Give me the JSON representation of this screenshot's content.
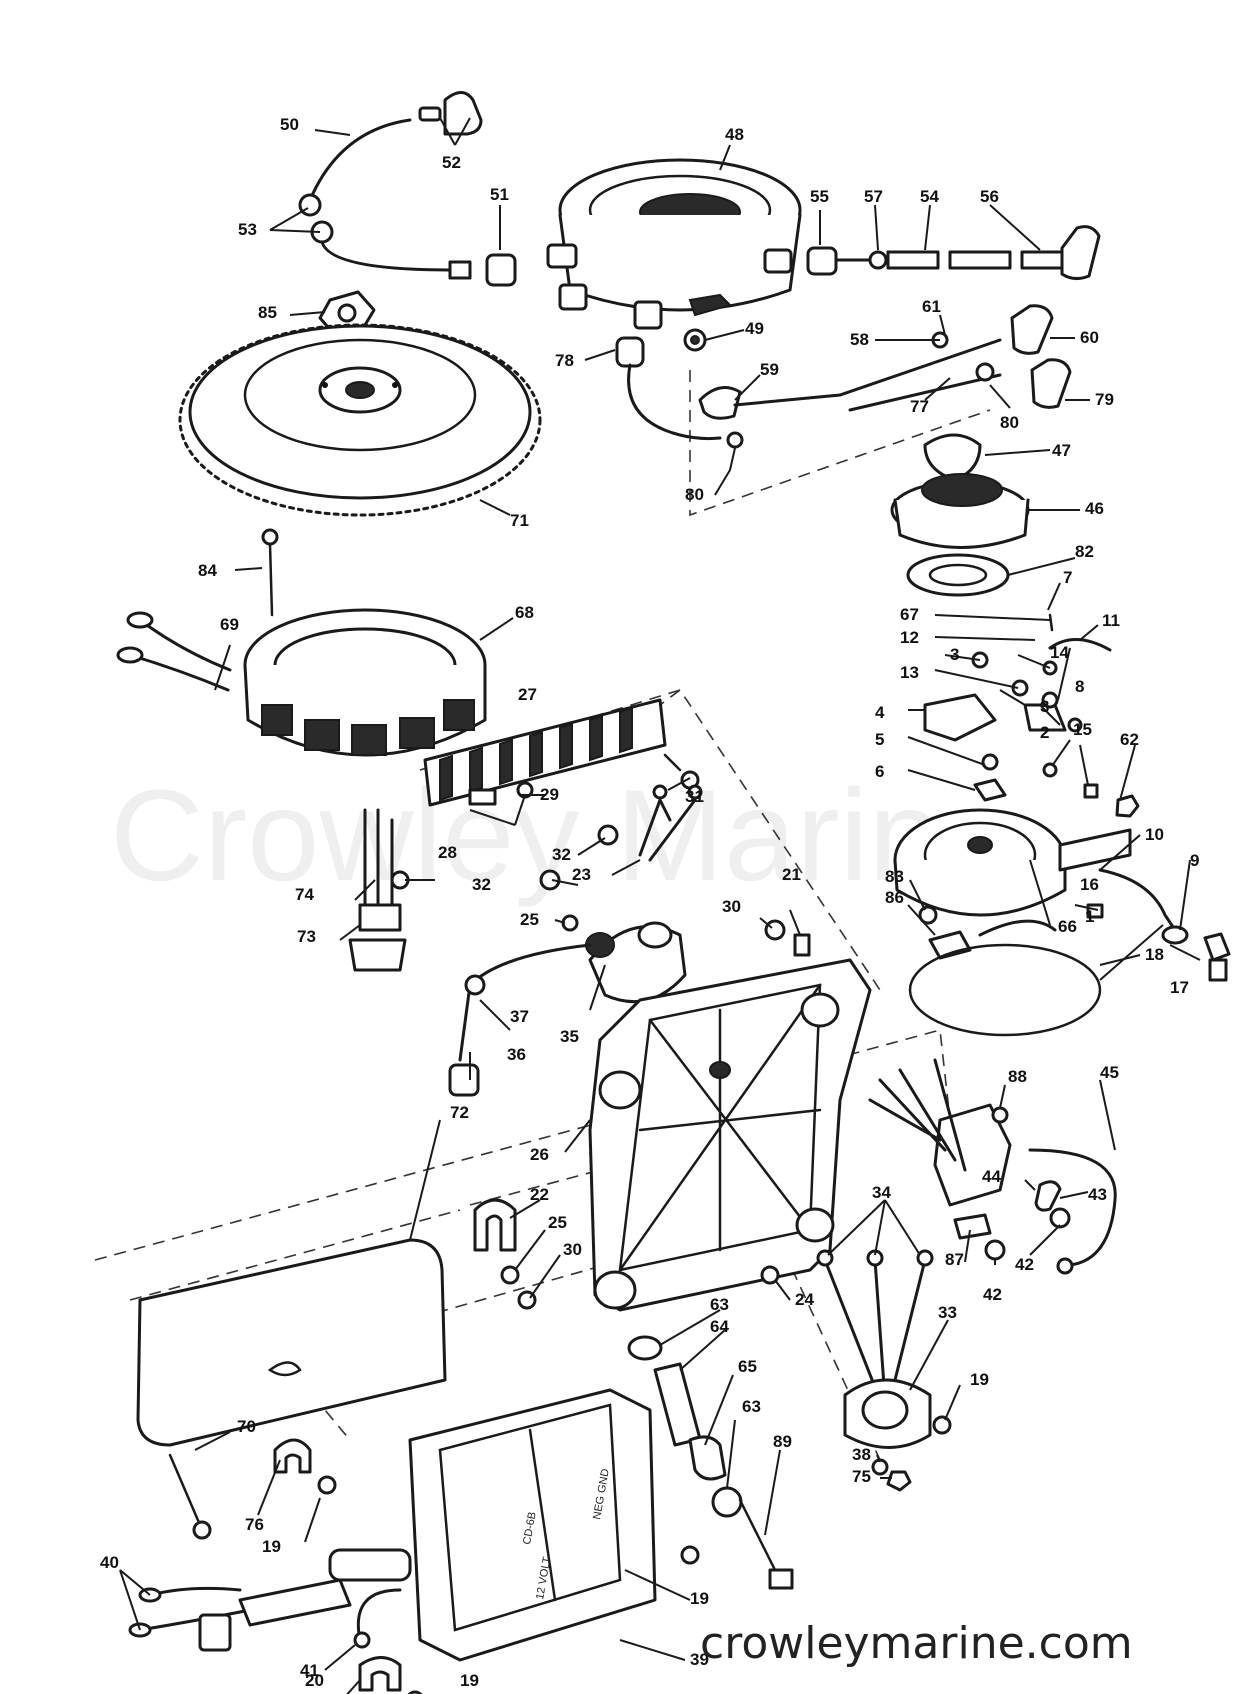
{
  "watermark": "Crowley Marine",
  "site_url": "crowleymarine.com",
  "power_pack_markings": {
    "model": "CD-6B",
    "voltage": "12 VOLT",
    "series": "NEG GND"
  },
  "callouts": {
    "c1": "1",
    "c2": "2",
    "c3": "3",
    "c4": "4",
    "c5": "5",
    "c6": "6",
    "c7": "7",
    "c8": "8",
    "c9": "9",
    "c10": "10",
    "c11": "11",
    "c12": "12",
    "c13": "13",
    "c14": "14",
    "c15": "15",
    "c16": "16",
    "c17": "17",
    "c18": "18",
    "c19": "19",
    "c20": "20",
    "c21": "21",
    "c22": "22",
    "c23": "23",
    "c24": "24",
    "c25": "25",
    "c26": "26",
    "c27": "27",
    "c28": "28",
    "c29": "29",
    "c30": "30",
    "c31": "31",
    "c32": "32",
    "c33": "33",
    "c34": "34",
    "c35": "35",
    "c36": "36",
    "c37": "37",
    "c38": "38",
    "c39": "39",
    "c40": "40",
    "c41": "41",
    "c42": "42",
    "c43": "43",
    "c44": "44",
    "c45": "45",
    "c46": "46",
    "c47": "47",
    "c48": "48",
    "c49": "49",
    "c50": "50",
    "c51": "51",
    "c52": "52",
    "c53": "53",
    "c54": "54",
    "c55": "55",
    "c56": "56",
    "c57": "57",
    "c58": "58",
    "c59": "59",
    "c60": "60",
    "c61": "61",
    "c62": "62",
    "c63": "63",
    "c64": "64",
    "c65": "65",
    "c66": "66",
    "c67": "67",
    "c68": "68",
    "c69": "69",
    "c70": "70",
    "c71": "71",
    "c72": "72",
    "c73": "73",
    "c74": "74",
    "c75": "75",
    "c76": "76",
    "c77": "77",
    "c78": "78",
    "c79": "79",
    "c80": "80",
    "c82": "82",
    "c83": "83",
    "c84": "84",
    "c85": "85",
    "c86": "86",
    "c87": "87",
    "c88": "88",
    "c89": "89"
  }
}
